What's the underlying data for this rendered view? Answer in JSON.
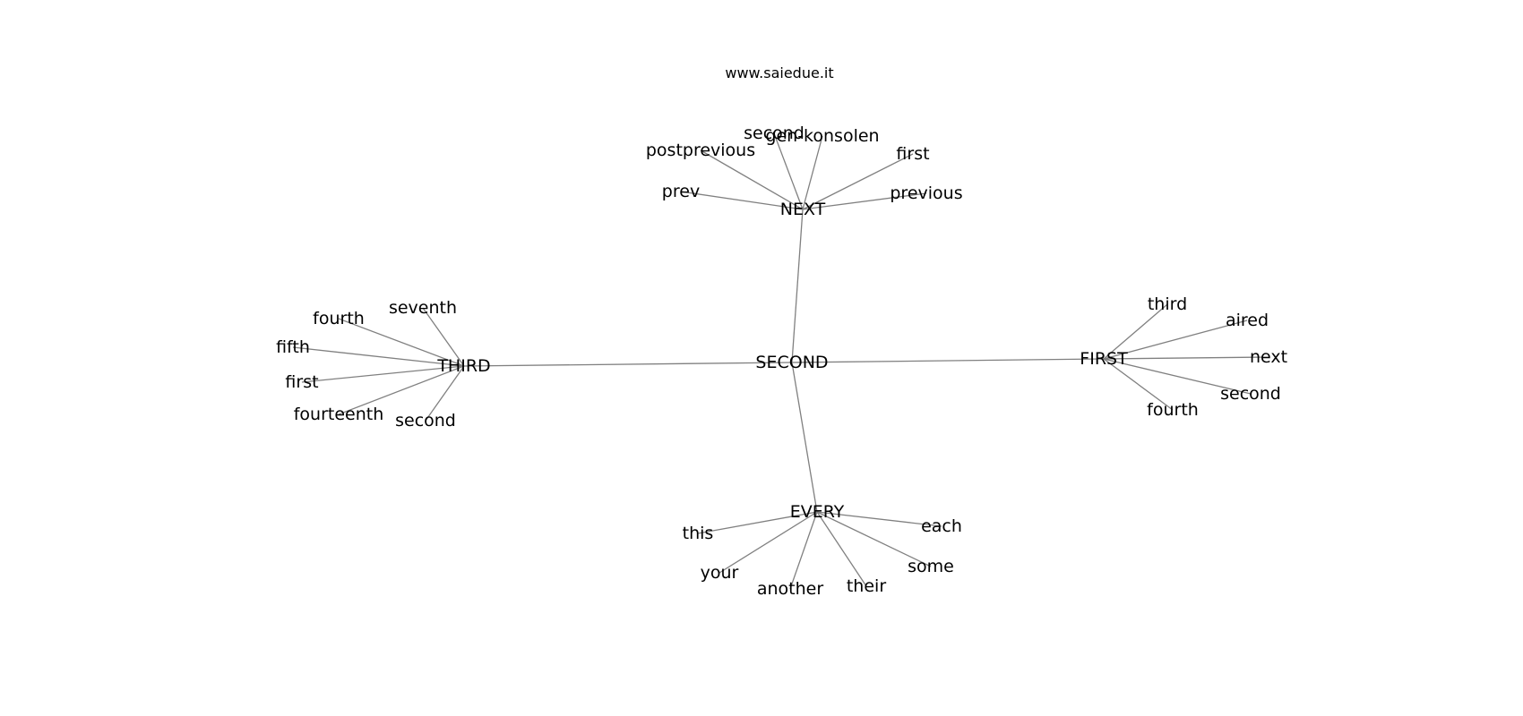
{
  "header": {
    "site": "www.saiedue.it"
  },
  "graph": {
    "root": "SECOND",
    "edge_color": "#808080",
    "text_color": "#000000",
    "hubs": [
      {
        "label": "NEXT",
        "neighbors": [
          "second",
          "gen-konsolen",
          "postprevious",
          "first",
          "prev",
          "previous"
        ]
      },
      {
        "label": "THIRD",
        "neighbors": [
          "fourth",
          "seventh",
          "fifth",
          "first",
          "fourteenth",
          "second"
        ]
      },
      {
        "label": "FIRST",
        "neighbors": [
          "third",
          "aired",
          "next",
          "second",
          "fourth"
        ]
      },
      {
        "label": "EVERY",
        "neighbors": [
          "this",
          "each",
          "your",
          "some",
          "another",
          "their"
        ]
      }
    ]
  }
}
